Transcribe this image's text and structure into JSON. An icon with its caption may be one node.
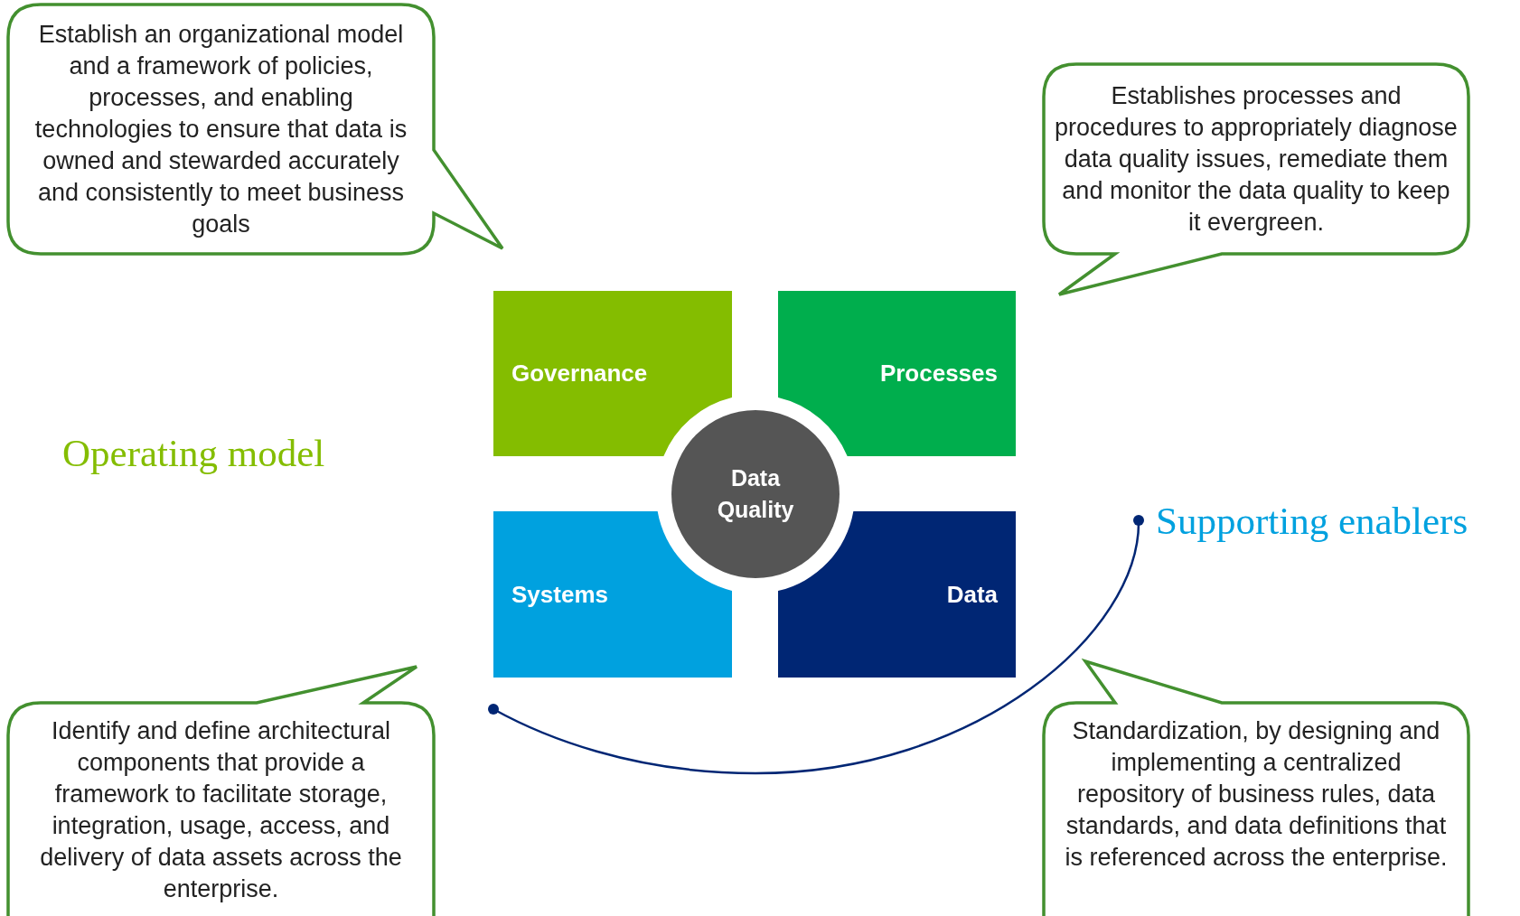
{
  "diagram": {
    "nodes": [
      {
        "text": [
          "Establish an organizational model and a framework of policies, processes, and enabling technologies to ensure that data is owned and stewarded accurately and consistently to meet business goals"
        ]
      },
      {
        "text": [
          "Establishes processes and procedures to appropriately diagnose data quality issues, remediate them and monitor the data quality to keep it evergreen."
        ]
      },
      {
        "text": [
          "Identify and define architectural components that provide a framework to facilitate storage, integration, usage, access, and delivery of data assets across the enterprise."
        ]
      },
      {
        "text": [
          "Standardization, by designing and implementing a centralized repository of business rules, data standards, and data definitions that is referenced across the enterprise."
        ]
      },
      {
        "text": [
          "Governance"
        ]
      },
      {
        "text": [
          "Processes"
        ]
      },
      {
        "text": [
          "Systems"
        ]
      },
      {
        "text": [
          "Data"
        ]
      },
      {
        "text": [
          "Data Quality"
        ]
      }
    ],
    "labels": [
      "Operating model",
      "Supporting enablers"
    ]
  }
}
